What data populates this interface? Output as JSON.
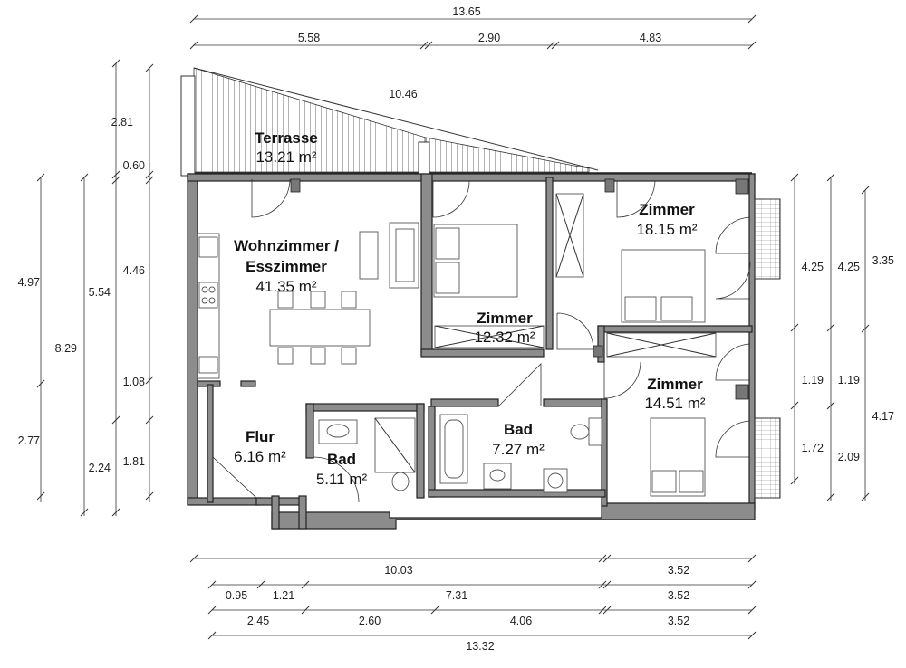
{
  "rooms": [
    {
      "id": "terrasse",
      "name": "Terrasse",
      "area": "13.21 m²"
    },
    {
      "id": "wohnzimmer",
      "name_line1": "Wohnzimmer /",
      "name_line2": "Esszimmer",
      "area": "41.35 m²"
    },
    {
      "id": "zimmer1",
      "name": "Zimmer",
      "area": "12.32 m²"
    },
    {
      "id": "zimmer2",
      "name": "Zimmer",
      "area": "18.15 m²"
    },
    {
      "id": "zimmer3",
      "name": "Zimmer",
      "area": "14.51 m²"
    },
    {
      "id": "flur",
      "name": "Flur",
      "area": "6.16 m²"
    },
    {
      "id": "bad1",
      "name": "Bad",
      "area": "5.11 m²"
    },
    {
      "id": "bad2",
      "name": "Bad",
      "area": "7.27 m²"
    }
  ],
  "dimensions": {
    "top_total": "13.65",
    "top_segments": [
      "5.58",
      "2.90",
      "4.83"
    ],
    "terrace_diagonal": "10.46",
    "left_inner": [
      "2.81",
      "0.60",
      "4.46",
      "1.08",
      "1.81"
    ],
    "left_middle": [
      "5.54",
      "2.24"
    ],
    "left_middle2": "8.29",
    "left_outer": [
      "4.97",
      "2.77"
    ],
    "right_inner": [
      "4.25",
      "1.19",
      "1.72"
    ],
    "right_middle": [
      "4.25",
      "1.19",
      "2.09"
    ],
    "right_outer": [
      "3.35",
      "4.17"
    ],
    "bottom_row1": [
      "10.03",
      "3.52"
    ],
    "bottom_row2": [
      "0.95",
      "1.21",
      "7.31",
      "3.52"
    ],
    "bottom_row3": [
      "2.45",
      "2.60",
      "4.06",
      "3.52"
    ],
    "bottom_total": "13.32"
  }
}
